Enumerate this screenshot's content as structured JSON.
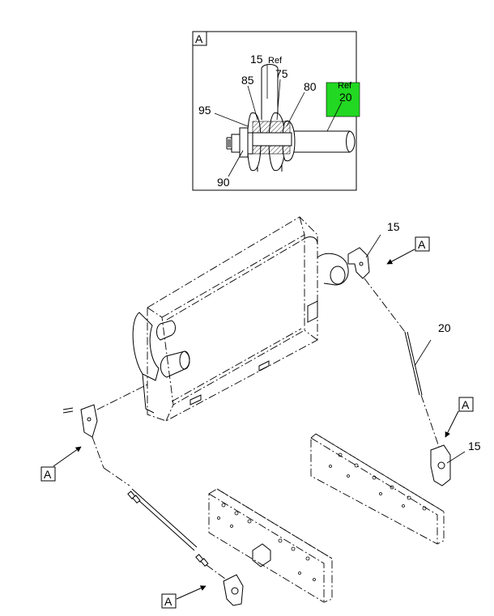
{
  "detail": {
    "box_letter": "A",
    "labels": {
      "p15": "15",
      "p15_ref": "Ref",
      "p85": "85",
      "p75": "75",
      "p80": "80",
      "p95": "95",
      "p90": "90",
      "p20_ref": "Ref",
      "p20": "20"
    },
    "highlight_color": "#22d822"
  },
  "main": {
    "callouts": {
      "c15_top": "15",
      "c20": "20",
      "c15_right": "15"
    },
    "view_markers": [
      "A",
      "A",
      "A",
      "A"
    ]
  }
}
